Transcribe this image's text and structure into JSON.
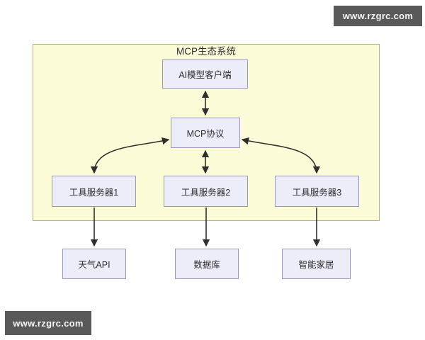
{
  "watermark": {
    "text": "www.rzgrc.com"
  },
  "diagram": {
    "container_title": "MCP生态系统",
    "nodes": {
      "ai_client": "AI模型客户端",
      "mcp_protocol": "MCP协议",
      "server1": "工具服务器1",
      "server2": "工具服务器2",
      "server3": "工具服务器3",
      "weather_api": "天气API",
      "database": "数据库",
      "smart_home": "智能家居"
    },
    "edges": [
      {
        "from": "AI模型客户端",
        "to": "MCP协议",
        "bidirectional": true
      },
      {
        "from": "MCP协议",
        "to": "工具服务器1",
        "bidirectional": true
      },
      {
        "from": "MCP协议",
        "to": "工具服务器2",
        "bidirectional": true
      },
      {
        "from": "MCP协议",
        "to": "工具服务器3",
        "bidirectional": true
      },
      {
        "from": "工具服务器1",
        "to": "天气API",
        "bidirectional": false
      },
      {
        "from": "工具服务器2",
        "to": "数据库",
        "bidirectional": false
      },
      {
        "from": "工具服务器3",
        "to": "智能家居",
        "bidirectional": false
      }
    ],
    "colors": {
      "container_fill": "#fcfbd7",
      "container_border": "#b3b17e",
      "node_fill": "#edecf9",
      "node_border": "#9b99b8",
      "arrow": "#2f2f2f",
      "text": "#2f2f2f",
      "watermark_bg": "#595959",
      "watermark_text": "#f5f5f5",
      "page_bg": "#ffffff"
    }
  }
}
